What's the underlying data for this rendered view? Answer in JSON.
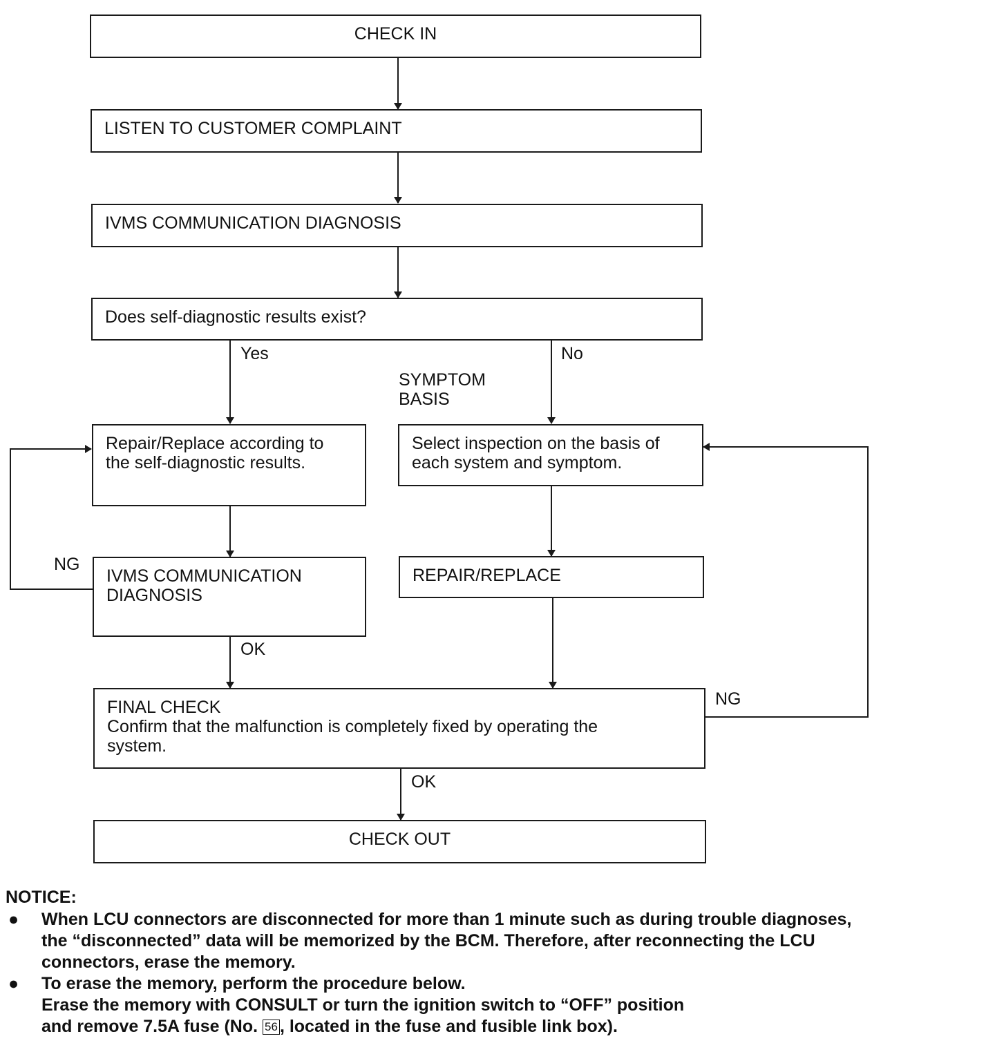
{
  "flowchart": {
    "check_in": "CHECK IN",
    "listen": "LISTEN TO CUSTOMER COMPLAINT",
    "ivms_diag_1": "IVMS COMMUNICATION DIAGNOSIS",
    "question": "Does self-diagnostic results exist?",
    "yes_label": "Yes",
    "no_label": "No",
    "symptom_basis_1": "SYMPTOM",
    "symptom_basis_2": "BASIS",
    "repair_by_results_1": "Repair/Replace according to",
    "repair_by_results_2": "the self-diagnostic results.",
    "select_inspection_1": "Select inspection on the basis of",
    "select_inspection_2": "each system and symptom.",
    "ivms_diag_2_1": "IVMS COMMUNICATION",
    "ivms_diag_2_2": "DIAGNOSIS",
    "repair_replace": "REPAIR/REPLACE",
    "ng_left": "NG",
    "ok_left": "OK",
    "final_check_title": "FINAL CHECK",
    "final_check_1": "Confirm that the malfunction is completely fixed by operating the",
    "final_check_2": "system.",
    "ng_right": "NG",
    "ok_bottom": "OK",
    "check_out": "CHECK OUT"
  },
  "notice": {
    "heading": "NOTICE:",
    "bullet": "●",
    "item1_line1": "When LCU connectors are disconnected for more than 1 minute such as during trouble diagnoses,",
    "item1_line2": "the “disconnected” data will be memorized by the BCM. Therefore, after reconnecting the LCU",
    "item1_line3": "connectors, erase the memory.",
    "item2_line1": "To erase the memory, perform the procedure below.",
    "item2_line2": "Erase the memory with CONSULT or turn the ignition switch to “OFF” position",
    "item2_line3_a": "and remove 7.5A fuse (No.",
    "fuse_number": "56",
    "item2_line3_b": ", located in the fuse and fusible link box)."
  }
}
